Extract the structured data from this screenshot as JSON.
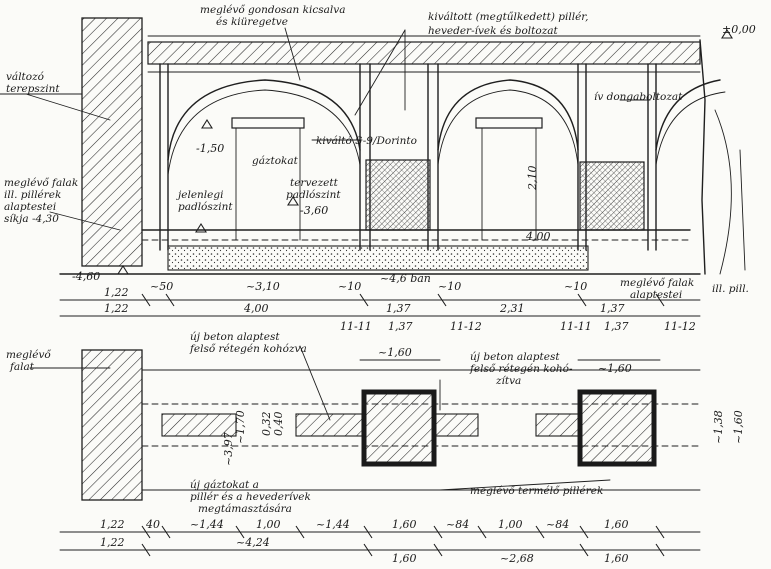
{
  "annotations": {
    "existing_joists": "meglévő gondosan kicsalva",
    "existing_joists_2": "és kiüregetve",
    "new_lintels": "kiváltott (megtűlkedett) pillér,",
    "new_lintels_2": "heveder-ívek és boltozat",
    "level_zero": "±0,00",
    "terrain_label": "változó",
    "terrain_label_2": "terepszint",
    "barrel_vault": "ív dongaboltozat",
    "window_label": "kiváltó S-9/Dorinto",
    "window_level": "-1,50",
    "wall_label": "gáztokat",
    "floor_planned": "tervezett",
    "floor_planned_2": "padlószint",
    "floor_planned_level": "-3,60",
    "floor_existing": "jelenlegi",
    "floor_existing_2": "padlószint",
    "foundation_label": "meglévő falak",
    "foundation_label_2": "ill. pillérek",
    "foundation_label_3": "alaptestei",
    "foundation_label_4": "síkja -4,30",
    "foundation_level": "-4,60",
    "height_dim": "2,10",
    "dim_400_small": "4,00",
    "dim_depth_label": "~4,6 ban",
    "right_foundation": "meglévő falak",
    "right_foundation_2": "alaptestei",
    "right_label_3": "ill. pill.",
    "new_beam_a": "új beton alaptest",
    "new_beam_a_2": "felső rétegén kohózva",
    "new_beam_b": "új beton alaptest",
    "new_beam_b_2": "felső rétegén kohó-",
    "new_beam_b_3": "zítva",
    "existing_wall": "meglévő",
    "existing_wall_2": "falat",
    "pillar_label": "meglévő termélő pillérek",
    "plan_note": "új gáztokat a",
    "plan_note_2": "pillér és a hevederívek",
    "plan_note_3": "megtámasztására"
  },
  "dimensions": {
    "row1": [
      "1,22",
      "~50",
      "~3,10",
      "~10",
      "~4,6 ban",
      "~10",
      "~10"
    ],
    "row2": [
      "1,22",
      "4,00",
      "1,37",
      "2,31",
      "1,37"
    ],
    "section_marks": [
      "11-11",
      "11-12",
      "11-11",
      "11-12"
    ],
    "section_vals": [
      "1,37",
      "1,37"
    ],
    "mid": [
      "~1,60",
      "~1,60"
    ],
    "plan_vert_left": [
      "~3,97",
      "~1,70"
    ],
    "plan_vert_right": [
      "~1,38",
      "~1,60"
    ],
    "plan_small": [
      "0,32",
      "0,40"
    ],
    "bottom1": [
      "1,22",
      "40",
      "~1,44",
      "1,00",
      "~1,44",
      "1,60",
      "~84",
      "1,00",
      "~84",
      "1,60"
    ],
    "bottom2": [
      "1,22",
      "~4,24",
      "1,60",
      "~2,68",
      "1,60"
    ]
  }
}
